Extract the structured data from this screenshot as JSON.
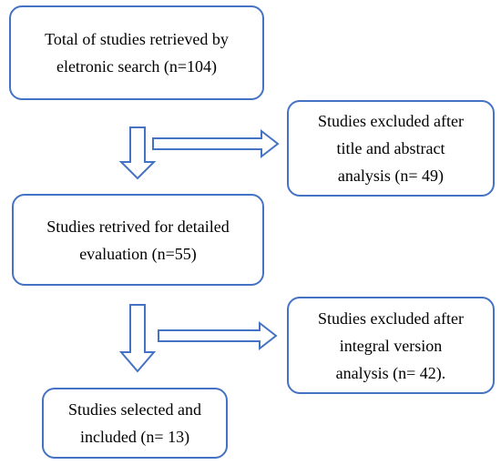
{
  "diagram": {
    "boxes": {
      "retrieved": "Total of studies retrieved by\neletronic search (n=104)",
      "excluded_title_abstract": "Studies excluded after\ntitle and abstract\nanalysis (n= 49)",
      "detailed_evaluation": "Studies retrived for detailed\nevaluation (n=55)",
      "excluded_integral": "Studies excluded after\nintegral version\nanalysis (n= 42).",
      "included": "Studies selected and\nincluded (n= 13)"
    },
    "colors": {
      "border": "#4472C4",
      "fill": "#ffffff",
      "text": "#000000"
    }
  }
}
